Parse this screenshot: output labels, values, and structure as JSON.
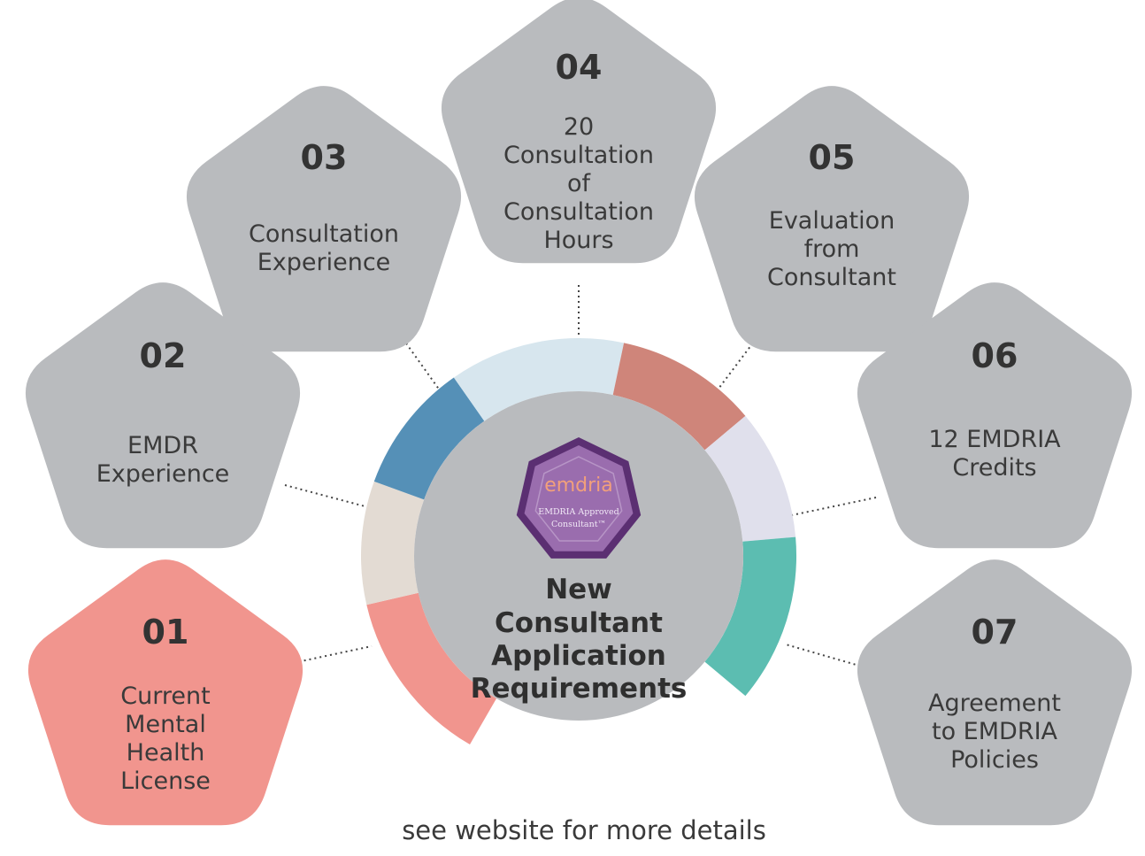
{
  "center": {
    "title_lines": [
      "New",
      "Consultant",
      "Application",
      "Requirements"
    ]
  },
  "badge": {
    "logo_text": "emdria",
    "caption_lines": [
      "EMDRIA Approved",
      "Consultant™"
    ]
  },
  "footer": {
    "note": "see website for more details"
  },
  "colors": {
    "pentagon_default": "#b9bbbe",
    "pentagon_highlight": "#f1958e",
    "center_circle": "#b9bbbe",
    "badge_fill": "#9a6dae",
    "badge_border": "#5b2f72",
    "connector": "#444444",
    "ring_segments": [
      "#f1958e",
      "#e3dbd3",
      "#5590b7",
      "#d7e6ee",
      "#cf857a",
      "#e0e0ec",
      "#5cbdb1"
    ]
  },
  "steps": [
    {
      "number": "01",
      "lines": [
        "Current",
        "Mental",
        "Health",
        "License"
      ],
      "highlighted": true
    },
    {
      "number": "02",
      "lines": [
        "EMDR",
        "Experience"
      ],
      "highlighted": false
    },
    {
      "number": "03",
      "lines": [
        "Consultation",
        "Experience"
      ],
      "highlighted": false
    },
    {
      "number": "04",
      "lines": [
        "20",
        "Consultation",
        "of",
        "Consultation",
        "Hours"
      ],
      "highlighted": false
    },
    {
      "number": "05",
      "lines": [
        "Evaluation",
        "from",
        "Consultant"
      ],
      "highlighted": false
    },
    {
      "number": "06",
      "lines": [
        "12 EMDRIA",
        "Credits"
      ],
      "highlighted": false
    },
    {
      "number": "07",
      "lines": [
        "Agreement",
        "to EMDRIA",
        "Policies"
      ],
      "highlighted": false
    }
  ]
}
